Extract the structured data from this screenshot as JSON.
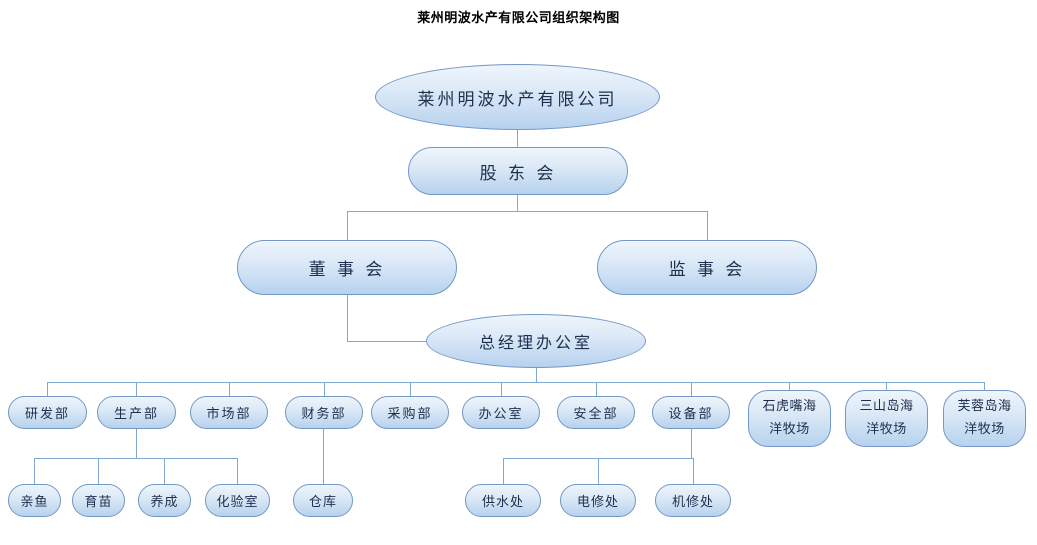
{
  "title": "莱州明波水产有限公司组织架构图",
  "org": {
    "root": {
      "label": "莱州明波水产有限公司"
    },
    "shareholders": {
      "label": "股 东 会"
    },
    "board": {
      "label": "董 事 会"
    },
    "supervisors": {
      "label": "监 事 会"
    },
    "gm_office": {
      "label": "总经理办公室"
    },
    "departments": [
      {
        "label": "研发部"
      },
      {
        "label": "生产部",
        "children": [
          "亲鱼",
          "育苗",
          "养成",
          "化验室"
        ]
      },
      {
        "label": "市场部"
      },
      {
        "label": "财务部",
        "children": [
          "仓库"
        ]
      },
      {
        "label": "采购部"
      },
      {
        "label": "办公室"
      },
      {
        "label": "安全部"
      },
      {
        "label": "设备部",
        "children": [
          "供水处",
          "电修处",
          "机修处"
        ]
      },
      {
        "label": "石虎嘴海洋牧场"
      },
      {
        "label": "三山岛海洋牧场"
      },
      {
        "label": "芙蓉岛海洋牧场"
      }
    ]
  },
  "colors": {
    "node_border": "#7398c6",
    "node_fill_top": "#eef5fc",
    "node_fill_bottom": "#b7d2ee",
    "node_text": "#1e2f4d",
    "connector": "#7fa8d2",
    "title_text": "#000000"
  }
}
